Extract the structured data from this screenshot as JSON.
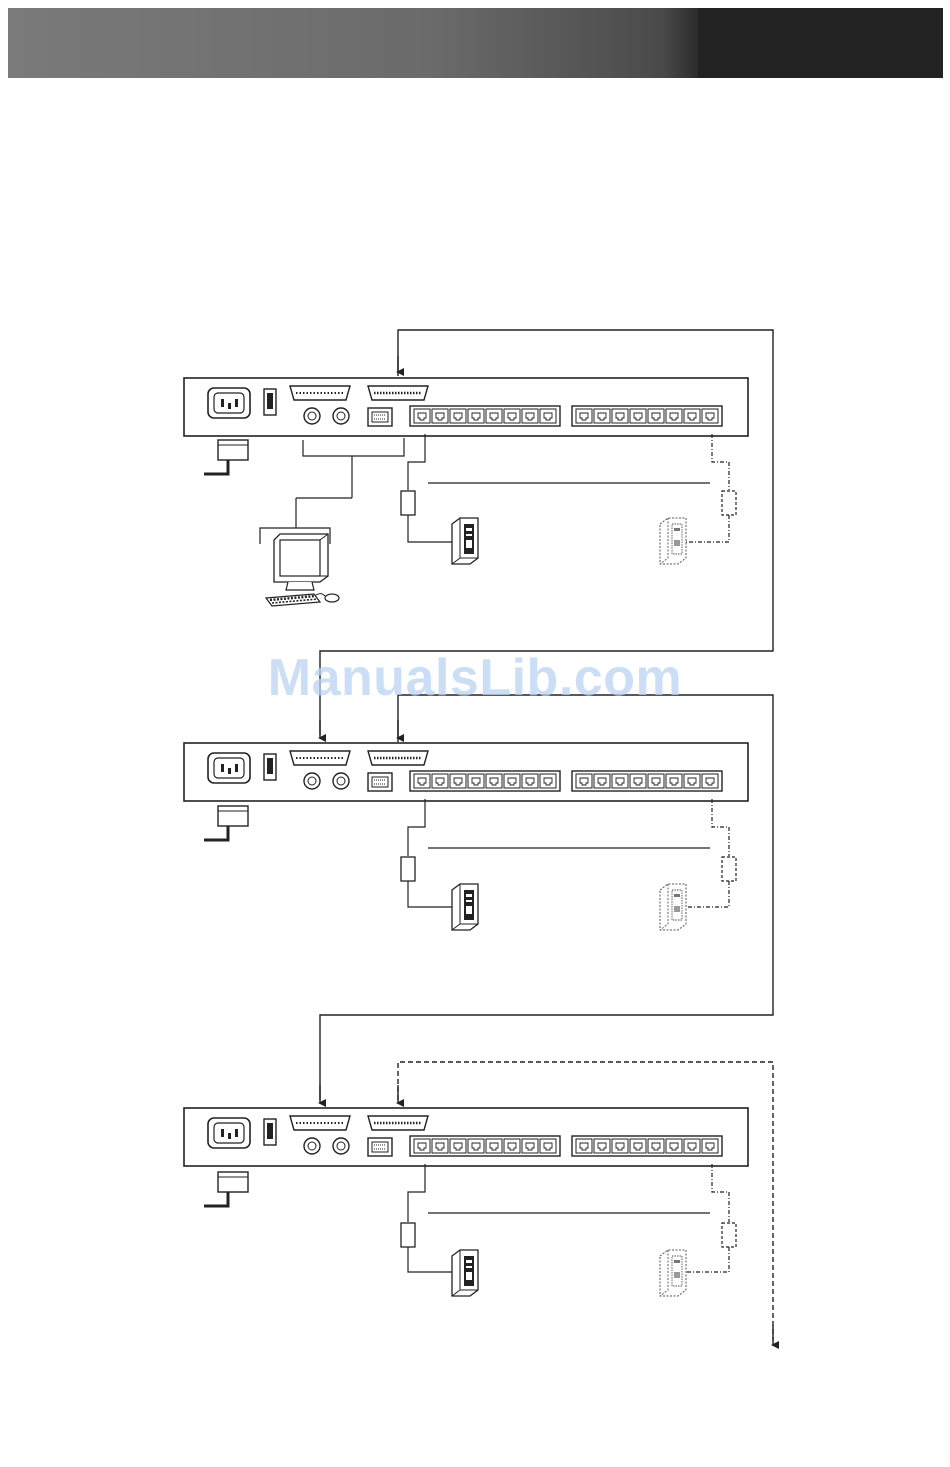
{
  "header": {
    "title": ""
  },
  "watermark": {
    "text": "ManualsLib.com"
  },
  "diagram": {
    "switch_units": [
      {
        "name": "switch-unit-1",
        "has_console": true
      },
      {
        "name": "switch-unit-2",
        "has_console": false
      },
      {
        "name": "switch-unit-3",
        "has_console": false
      }
    ],
    "ports_per_bank": 8,
    "banks": 2,
    "colors": {
      "line": "#222222",
      "device_fill": "#ffffff",
      "header_dark": "#222222",
      "watermark": "#bcd4f2"
    }
  }
}
